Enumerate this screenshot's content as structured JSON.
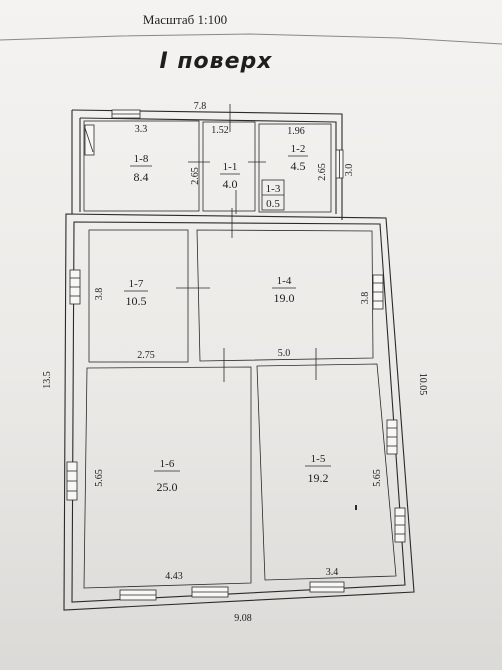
{
  "header": {
    "scale_label": "Масштаб 1:100",
    "floor_title": "I поверх"
  },
  "rooms": [
    {
      "id": "1-1",
      "area": "4.0"
    },
    {
      "id": "1-2",
      "area": "4.5"
    },
    {
      "id": "1-3",
      "area": "0.5"
    },
    {
      "id": "1-4",
      "area": "19.0"
    },
    {
      "id": "1-5",
      "area": "19.2"
    },
    {
      "id": "1-6",
      "area": "25.0"
    },
    {
      "id": "1-7",
      "area": "10.5"
    },
    {
      "id": "1-8",
      "area": "8.4"
    }
  ],
  "dimensions": {
    "top_total": "7.8",
    "room_1_8_width": "3.3",
    "room_1_1_width": "1.52",
    "room_1_2_width": "1.96",
    "room_1_1_height": "2.65",
    "room_1_2_height": "2.65",
    "right_upper": "3.0",
    "room_1_7_height": "3.8",
    "room_1_7_width": "2.75",
    "room_1_4_height": "3.8",
    "room_1_4_width": "5.0",
    "left_total": "13.5",
    "right_total": "10.05",
    "room_1_6_height": "5.65",
    "room_1_6_width": "4.43",
    "room_1_5_height": "5.65",
    "room_1_5_width": "3.4",
    "bottom_total": "9.08"
  }
}
